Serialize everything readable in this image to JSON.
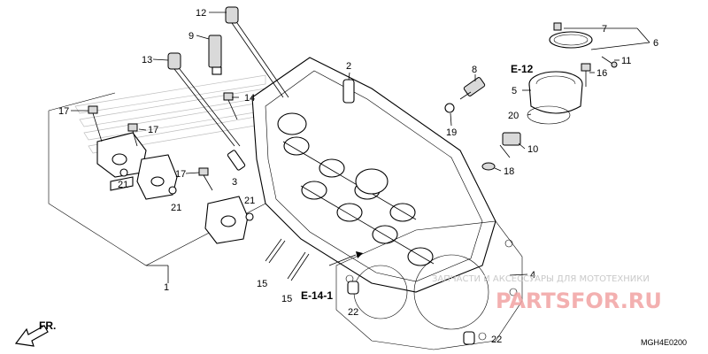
{
  "diagram": {
    "callouts": {
      "c1": "1",
      "c2": "2",
      "c3": "3",
      "c4": "4",
      "c5": "5",
      "c6": "6",
      "c7": "7",
      "c8": "8",
      "c9": "9",
      "c10": "10",
      "c11": "11",
      "c12": "12",
      "c13": "13",
      "c14": "14",
      "c15a": "15",
      "c15b": "15",
      "c16": "16",
      "c17a": "17",
      "c17b": "17",
      "c17c": "17",
      "c18": "18",
      "c19": "19",
      "c20": "20",
      "c21a": "21",
      "c21b": "21",
      "c21c": "21",
      "c22a": "22",
      "c22b": "22"
    },
    "references": {
      "e12": "E-12",
      "e141": "E-14-1"
    },
    "direction_label": "FR.",
    "code": "MGH4E0200"
  },
  "watermark": {
    "subtitle": "ЗАПЧАСТИ И АКСЕССУАРЫ ДЛЯ МОТОТЕХНИКИ",
    "site": "PARTSFOR.RU"
  },
  "colors": {
    "watermark": "#f2a3a3",
    "line": "#000000"
  }
}
